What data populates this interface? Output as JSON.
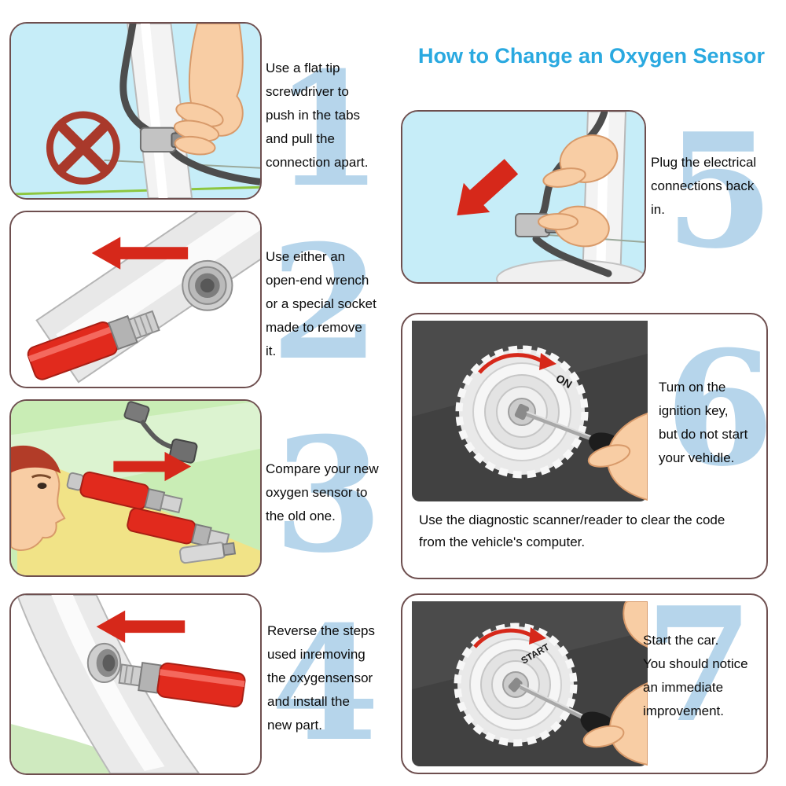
{
  "title": "How to Change an Oxygen Sensor",
  "steps": [
    {
      "number": "1",
      "text": "Use a flat tip\nscrewdriver to\npush in the tabs\nand pull the\nconnection apart."
    },
    {
      "number": "2",
      "text": "Use either an\nopen-end wrench\nor a special socket\nmade to remove\nit."
    },
    {
      "number": "3",
      "text": "Compare your new\noxygen sensor to\nthe old one."
    },
    {
      "number": "4",
      "text": "Reverse the steps\nused inremoving\nthe oxygensensor\nand install the\nnew part."
    },
    {
      "number": "5",
      "text": "Plug the electrical\nconnections back\nin."
    },
    {
      "number": "6",
      "text": "Tum on the\nignition key,\nbut do not start\nyour vehidle."
    },
    {
      "number": "7",
      "text": "Start the car.\nYou should notice\nan immediate\nimprovement."
    }
  ],
  "diagnostic_note": "Use the diagnostic scanner/reader to clear the code\nfrom the vehicle's computer.",
  "labels": {
    "ignition_on": "ON",
    "ignition_start": "START"
  },
  "colors": {
    "title": "#2aa9e0",
    "step_number": "#b6d5eb",
    "panel_border": "#6e4f4f",
    "arrow_red": "#d6281a",
    "prohibition_red": "#a9392b",
    "panel_blue_bg": "#c6edf8",
    "panel_green_bg": "#c9edb5",
    "panel_yellow_wedge": "#f1e387",
    "panel_dark_bg": "#414141"
  }
}
